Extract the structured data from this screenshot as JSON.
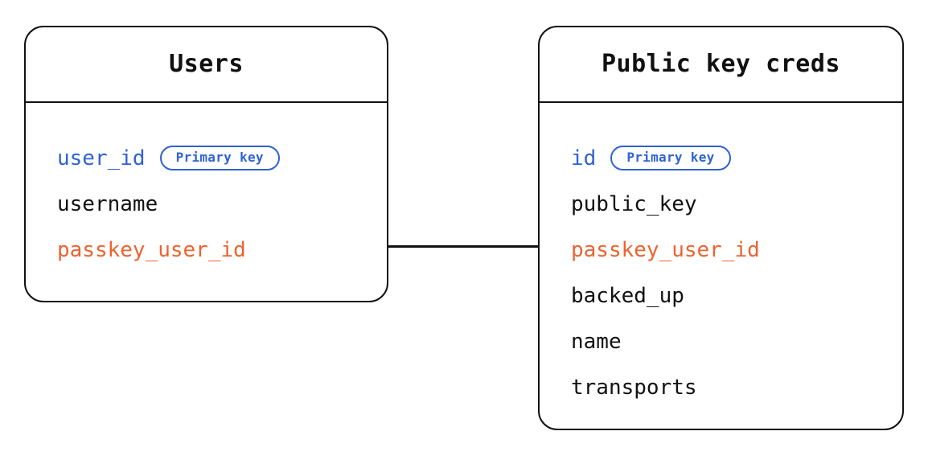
{
  "diagram": {
    "type": "entity-relationship-diagram",
    "background_color": "#ffffff",
    "colors": {
      "border": "#111111",
      "text": "#111111",
      "primary_key": "#2f62d4",
      "foreign_key": "#ec6330",
      "badge_border": "#2f62d4",
      "connector": "#111111"
    },
    "entities": [
      {
        "id": "users",
        "title": "Users",
        "fields": [
          {
            "name": "user_id",
            "role": "pk",
            "badge": "Primary key"
          },
          {
            "name": "username",
            "role": "plain",
            "badge": null
          },
          {
            "name": "passkey_user_id",
            "role": "fk",
            "badge": null
          }
        ]
      },
      {
        "id": "public-key-creds",
        "title": "Public key creds",
        "fields": [
          {
            "name": "id",
            "role": "pk",
            "badge": "Primary key"
          },
          {
            "name": "public_key",
            "role": "plain",
            "badge": null
          },
          {
            "name": "passkey_user_id",
            "role": "fk",
            "badge": null
          },
          {
            "name": "backed_up",
            "role": "plain",
            "badge": null
          },
          {
            "name": "name",
            "role": "plain",
            "badge": null
          },
          {
            "name": "transports",
            "role": "plain",
            "badge": null
          }
        ]
      }
    ],
    "relationships": [
      {
        "id": "users-to-public-key-creds",
        "from_entity": "users",
        "from_field": "passkey_user_id",
        "to_entity": "public-key-creds",
        "to_field": "passkey_user_id",
        "style": "solid-line"
      }
    ]
  }
}
